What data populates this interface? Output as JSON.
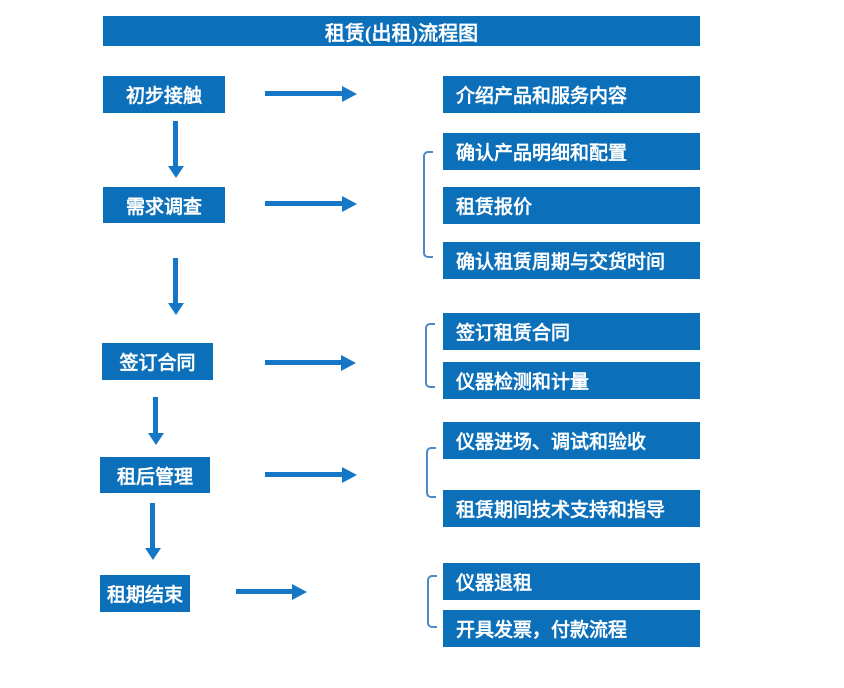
{
  "title": "租赁(出租)流程图",
  "colors": {
    "box_blue": "#0c6fb9",
    "arrow_blue": "#1577c5",
    "bracket_blue": "#4d89c8",
    "text_white": "#ffffff",
    "background": "#ffffff"
  },
  "steps": [
    {
      "label": "初步接触",
      "details": [
        "介绍产品和服务内容"
      ]
    },
    {
      "label": "需求调查",
      "details": [
        "确认产品明细和配置",
        "租赁报价",
        "确认租赁周期与交货时间"
      ]
    },
    {
      "label": "签订合同",
      "details": [
        "签订租赁合同",
        "仪器检测和计量"
      ]
    },
    {
      "label": "租后管理",
      "details": [
        "仪器进场、调试和验收",
        "租赁期间技术支持和指导"
      ]
    },
    {
      "label": "租期结束",
      "details": [
        "仪器退租",
        "开具发票，付款流程"
      ]
    }
  ]
}
